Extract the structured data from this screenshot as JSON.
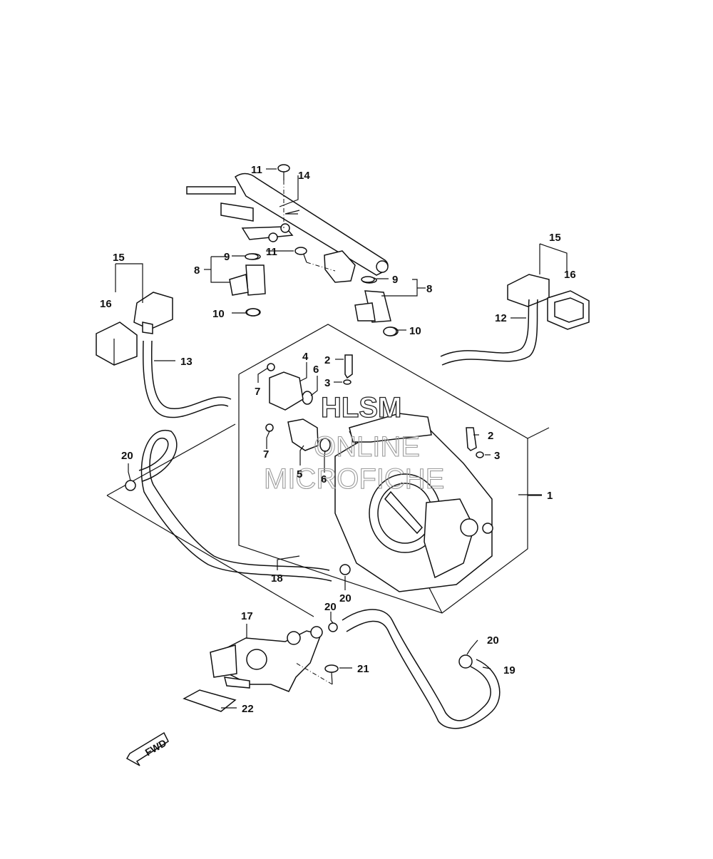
{
  "watermark": {
    "line1": "HLSM",
    "line2": "ONLINE",
    "line3": "MICROFICHE"
  },
  "fwd_label": "FWD",
  "callouts": {
    "c1": "1",
    "c2a": "2",
    "c2b": "2",
    "c3a": "3",
    "c3b": "3",
    "c4": "4",
    "c5": "5",
    "c6a": "6",
    "c6b": "6",
    "c7a": "7",
    "c7b": "7",
    "c8a": "8",
    "c8b": "8",
    "c9a": "9",
    "c9b": "9",
    "c10a": "10",
    "c10b": "10",
    "c11a": "11",
    "c11b": "11",
    "c12": "12",
    "c13": "13",
    "c14": "14",
    "c15a": "15",
    "c15b": "15",
    "c16a": "16",
    "c16b": "16",
    "c17": "17",
    "c18": "18",
    "c19": "19",
    "c20a": "20",
    "c20b": "20",
    "c20c": "20",
    "c20d": "20",
    "c21": "21",
    "c22": "22"
  }
}
